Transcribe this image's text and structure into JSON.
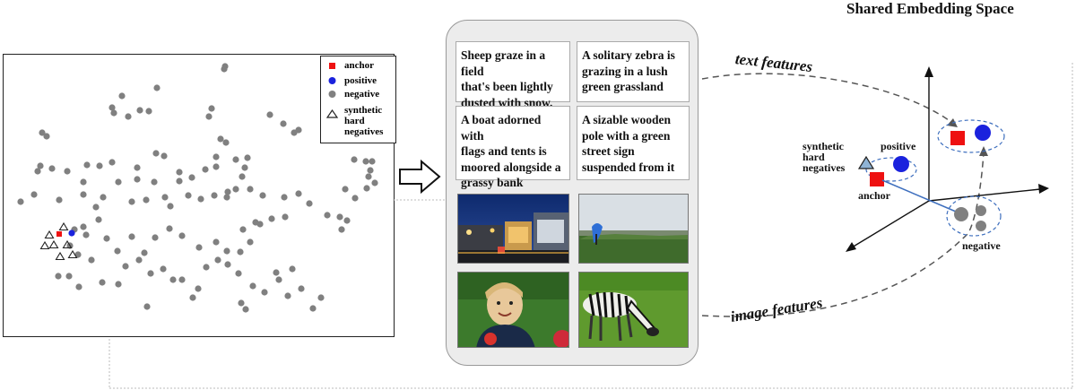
{
  "title": "Shared Embedding Space",
  "legend": {
    "anchor": "anchor",
    "positive": "positive",
    "negative": "negative",
    "synthetic_line1": "synthetic",
    "synthetic_line2": "hard",
    "synthetic_line3": "negatives"
  },
  "colors": {
    "anchor": "#ee1111",
    "positive": "#1a22dd",
    "negative": "#808080",
    "synthetic": "#8fb4d6",
    "link": "#3e6fbe"
  },
  "captions": [
    {
      "lines": [
        "Sheep graze in a field",
        "that's been lightly",
        "dusted with snow."
      ]
    },
    {
      "lines": [
        "A solitary zebra is",
        "grazing in a lush",
        "green grassland"
      ]
    },
    {
      "lines": [
        "A boat adorned with",
        "flags and tents is",
        "moored alongside a",
        "grassy bank"
      ]
    },
    {
      "lines": [
        "A sizable wooden",
        "pole with a green",
        "street sign",
        "suspended from it"
      ]
    }
  ],
  "photos": [
    "city-street-at-night",
    "field-with-blue-kite",
    "smiling-child",
    "grazing-zebra"
  ],
  "features": {
    "text": "text features",
    "image": "image features"
  },
  "embedding_labels": {
    "synthetic_line1": "synthetic",
    "synthetic_line2": "hard",
    "synthetic_line3": "negatives",
    "positive": "positive",
    "anchor": "anchor",
    "negative": "negative"
  }
}
